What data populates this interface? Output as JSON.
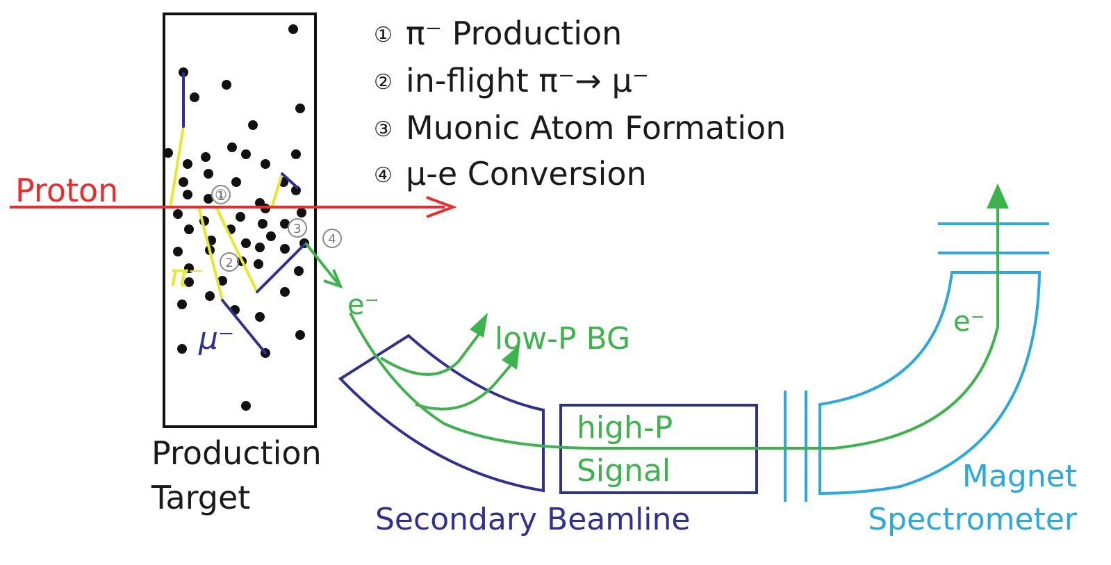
{
  "steps": [
    {
      "num": "①",
      "text": "π⁻ Production"
    },
    {
      "num": "②",
      "text": "in-flight π⁻→ μ⁻"
    },
    {
      "num": "③",
      "text": "Muonic Atom Formation"
    },
    {
      "num": "④",
      "text": "μ-e Conversion"
    }
  ],
  "markers": [
    "①",
    "②",
    "③",
    "④"
  ],
  "labels": {
    "proton": "Proton",
    "pion": "π⁻",
    "muon": "μ⁻",
    "electron": "e⁻",
    "electron_spectrometer": "e⁻",
    "low_p_bg": "low-P BG",
    "high_p_line1": "high-P",
    "high_p_line2": "Signal",
    "target_line1": "Production",
    "target_line2": "Target",
    "beamline": "Secondary Beamline",
    "spectrometer_line1": "Magnet",
    "spectrometer_line2": "Spectrometer"
  },
  "colors": {
    "proton": "#ee2a2a",
    "pion": "#e8e82a",
    "muon": "#2e3192",
    "electron": "#3cb44b",
    "beamline": "#2e3192",
    "spectrometer": "#29a9e0",
    "target": "#111111"
  }
}
